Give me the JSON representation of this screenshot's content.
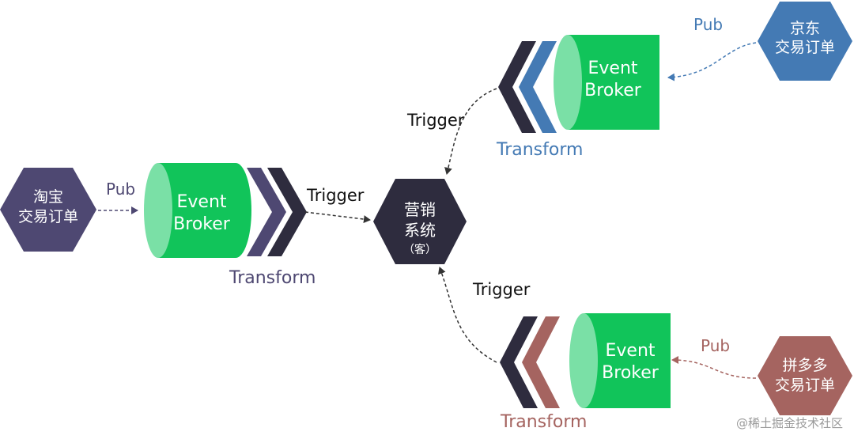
{
  "colors": {
    "broker_green": "#11c45a",
    "broker_face": "#7ae0a6",
    "taobao": "#4e4872",
    "jd": "#447ab4",
    "pdd": "#a56460",
    "dark": "#2e2c3e"
  },
  "left_node": {
    "line1": "淘宝",
    "line2": "交易订单",
    "pub": "Pub"
  },
  "left_broker": {
    "line1": "Event",
    "line2": "Broker",
    "transform": "Transform"
  },
  "left_trigger": "Trigger",
  "center": {
    "line1": "营销",
    "line2": "系统",
    "line3": "（客）"
  },
  "top_node": {
    "line1": "京东",
    "line2": "交易订单",
    "pub": "Pub"
  },
  "top_broker": {
    "line1": "Event",
    "line2": "Broker",
    "transform": "Transform"
  },
  "top_trigger": "Trigger",
  "bottom_node": {
    "line1": "拼多多",
    "line2": "交易订单",
    "pub": "Pub"
  },
  "bottom_broker": {
    "line1": "Event",
    "line2": "Broker",
    "transform": "Transform"
  },
  "bottom_trigger": "Trigger",
  "watermark": "@稀土掘金技术社区"
}
